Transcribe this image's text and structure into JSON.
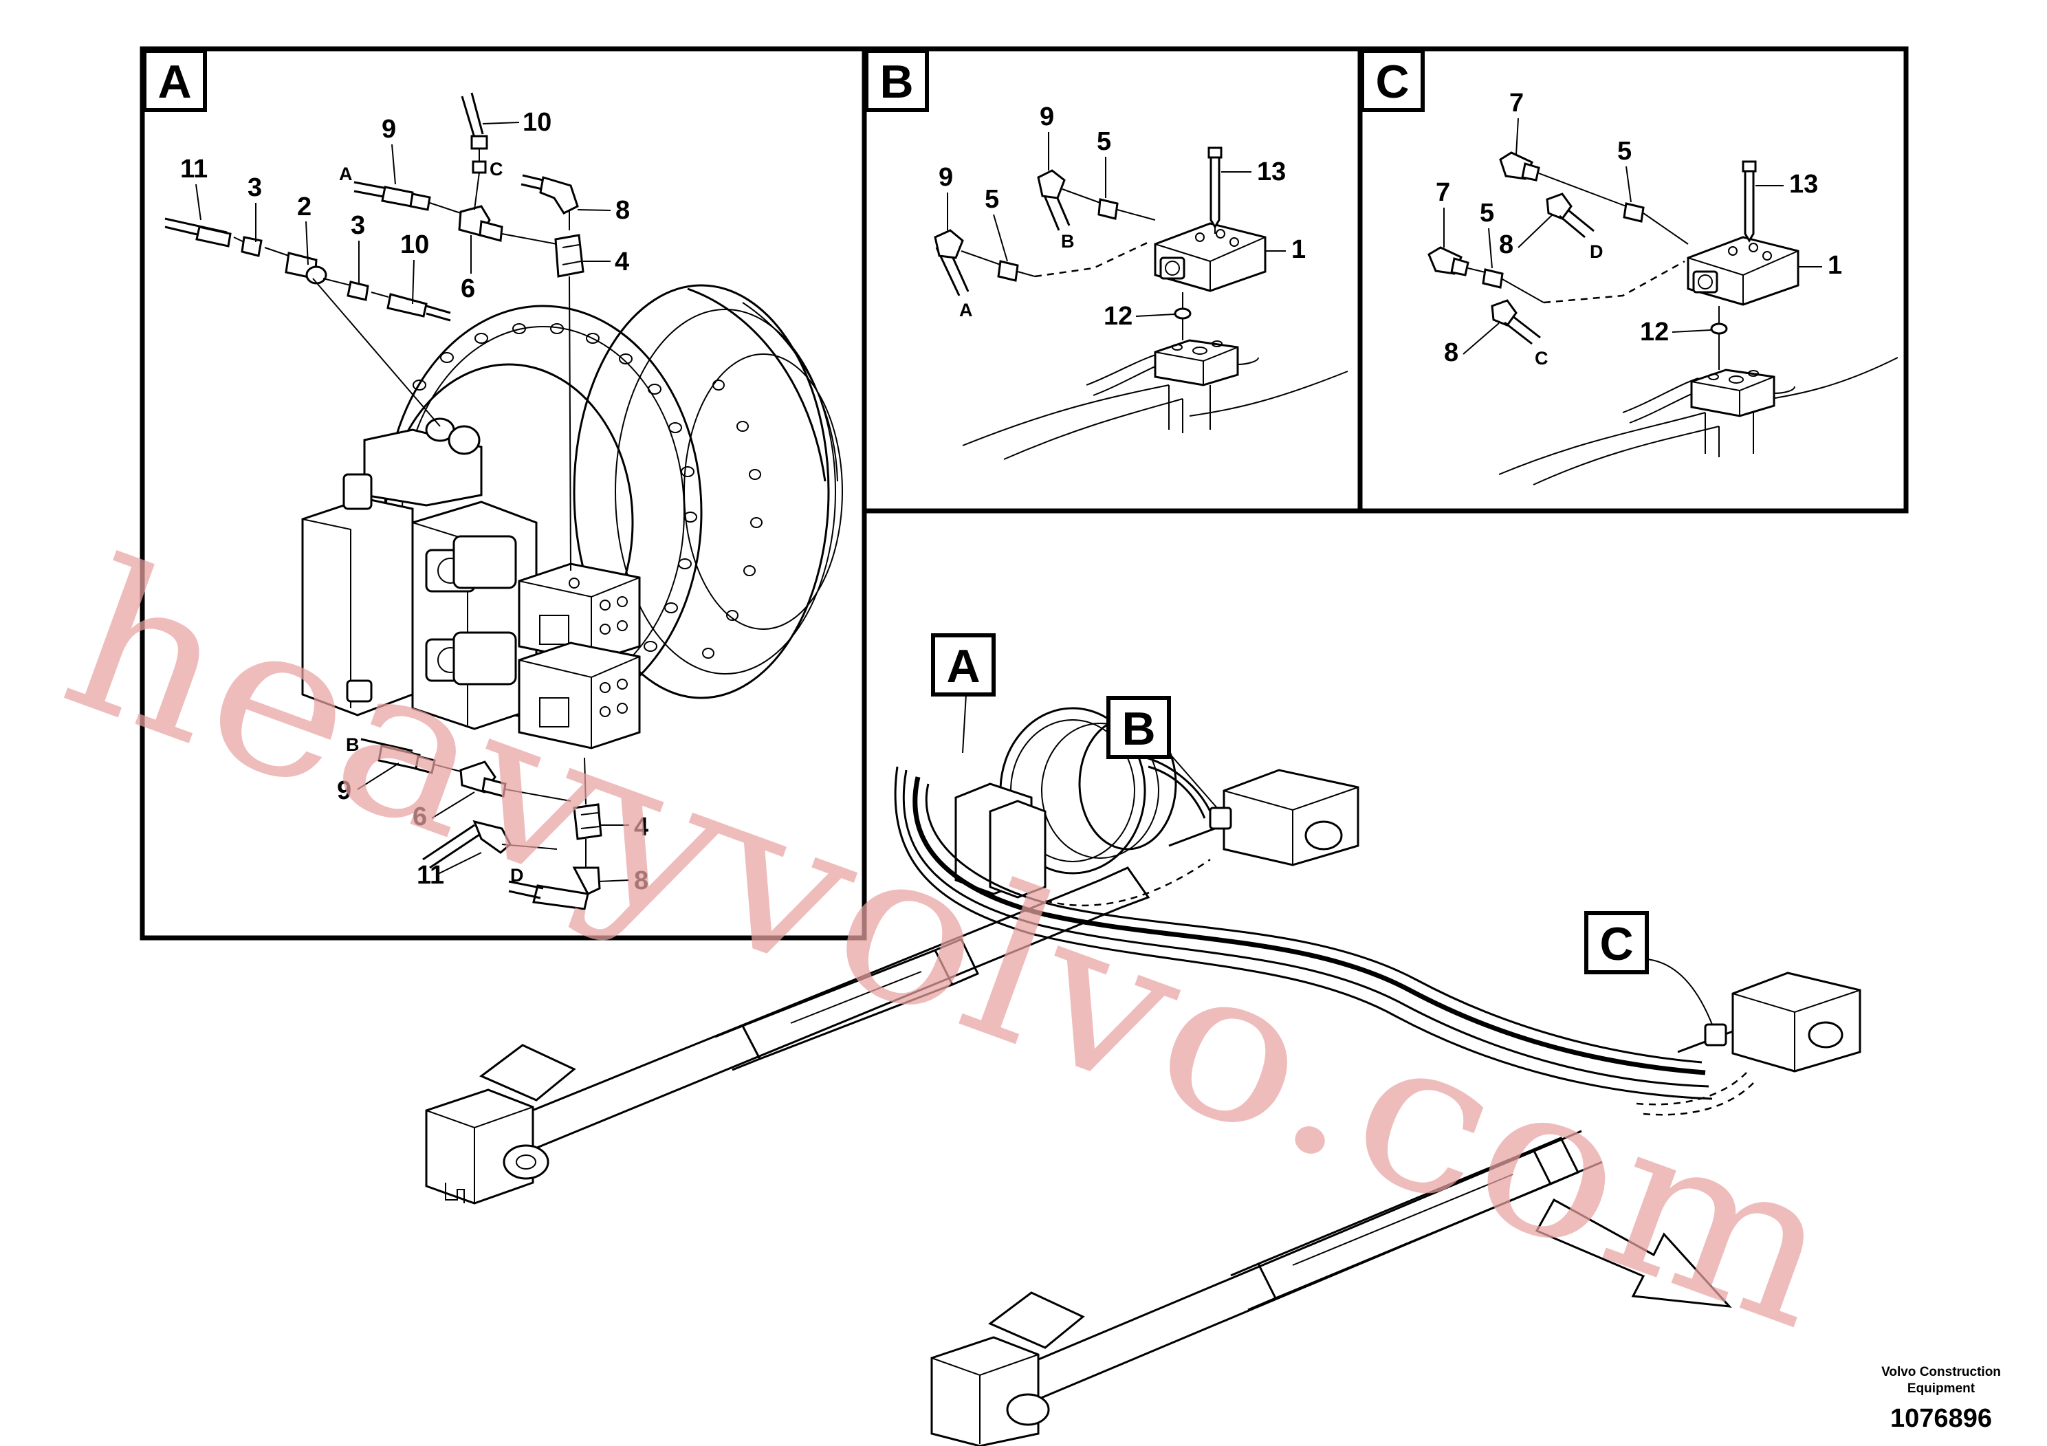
{
  "panels": {
    "a": {
      "tag": "A"
    },
    "b": {
      "tag": "B"
    },
    "c": {
      "tag": "C"
    }
  },
  "overview_tags": {
    "a": "A",
    "b": "B",
    "c": "C"
  },
  "callouts": {
    "a": {
      "n11": "11",
      "n3a": "3",
      "n2": "2",
      "n3b": "3",
      "n10a": "10",
      "n9": "9",
      "n10b": "10",
      "n8a": "8",
      "n6a": "6",
      "n4a": "4",
      "n9b": "9",
      "n6b": "6",
      "n11b": "11",
      "n4b": "4",
      "n8b": "8"
    },
    "b": {
      "n9a": "9",
      "n5a": "5",
      "n9b": "9",
      "n5b": "5",
      "n13": "13",
      "n1": "1",
      "n12": "12"
    },
    "c": {
      "n7a": "7",
      "n5a": "5",
      "n13": "13",
      "n7b": "7",
      "n5b": "5",
      "n8a": "8",
      "n1": "1",
      "n12": "12",
      "n8b": "8"
    }
  },
  "ports": {
    "a": {
      "pA": "A",
      "pC": "C",
      "pB": "B",
      "pD": "D"
    },
    "b": {
      "pB": "B",
      "pA": "A"
    },
    "c": {
      "pD": "D",
      "pC": "C"
    }
  },
  "watermark": "heavyvolvo.com",
  "footer": {
    "brand_line1": "Volvo Construction",
    "brand_line2": "Equipment",
    "reference": "1076896"
  }
}
